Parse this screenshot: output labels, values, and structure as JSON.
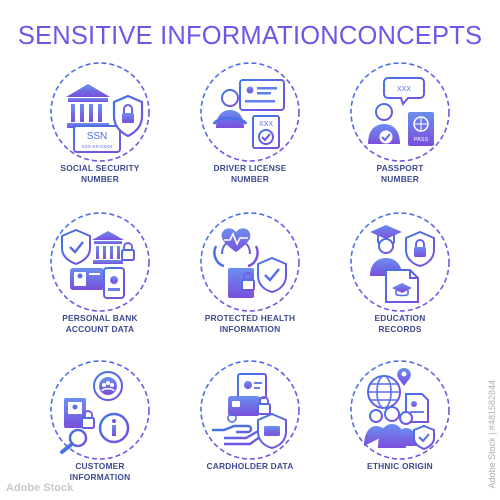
{
  "title": "SENSITIVE INFORMATIONCONCEPTS",
  "accent_colors": {
    "blue": "#3f79e6",
    "violet": "#7d4ddf",
    "label": "#3e4a8f"
  },
  "items": [
    {
      "lines": [
        "SOCIAL SECURITY",
        "NUMBER"
      ],
      "icon": "bank-ssn-card-icon",
      "ssn_text": "SSN",
      "ssn_number": "XXX-XX-XXXX"
    },
    {
      "lines": [
        "DRIVER LICENSE",
        "NUMBER"
      ],
      "icon": "driver-license-icon",
      "card_text": "XXX"
    },
    {
      "lines": [
        "PASSPORT",
        "NUMBER"
      ],
      "icon": "passport-icon",
      "bubble_text": "XXX",
      "passport_text": "PASS"
    },
    {
      "lines": [
        "PERSONAL BANK",
        "ACCOUNT DATA"
      ],
      "icon": "bank-account-icon"
    },
    {
      "lines": [
        "PROTECTED HEALTH",
        "INFORMATION"
      ],
      "icon": "health-information-icon"
    },
    {
      "lines": [
        "EDUCATION",
        "RECORDS"
      ],
      "icon": "education-records-icon"
    },
    {
      "lines": [
        "CUSTOMER",
        "INFORMATION"
      ],
      "icon": "customer-information-icon"
    },
    {
      "lines": [
        "CARDHOLDER DATA"
      ],
      "icon": "cardholder-data-icon"
    },
    {
      "lines": [
        "ETHNIC ORIGIN"
      ],
      "icon": "ethnic-origin-icon"
    }
  ],
  "watermark": {
    "id": "Adobe Stock | #481582844",
    "logo": "Adobe Stock"
  }
}
